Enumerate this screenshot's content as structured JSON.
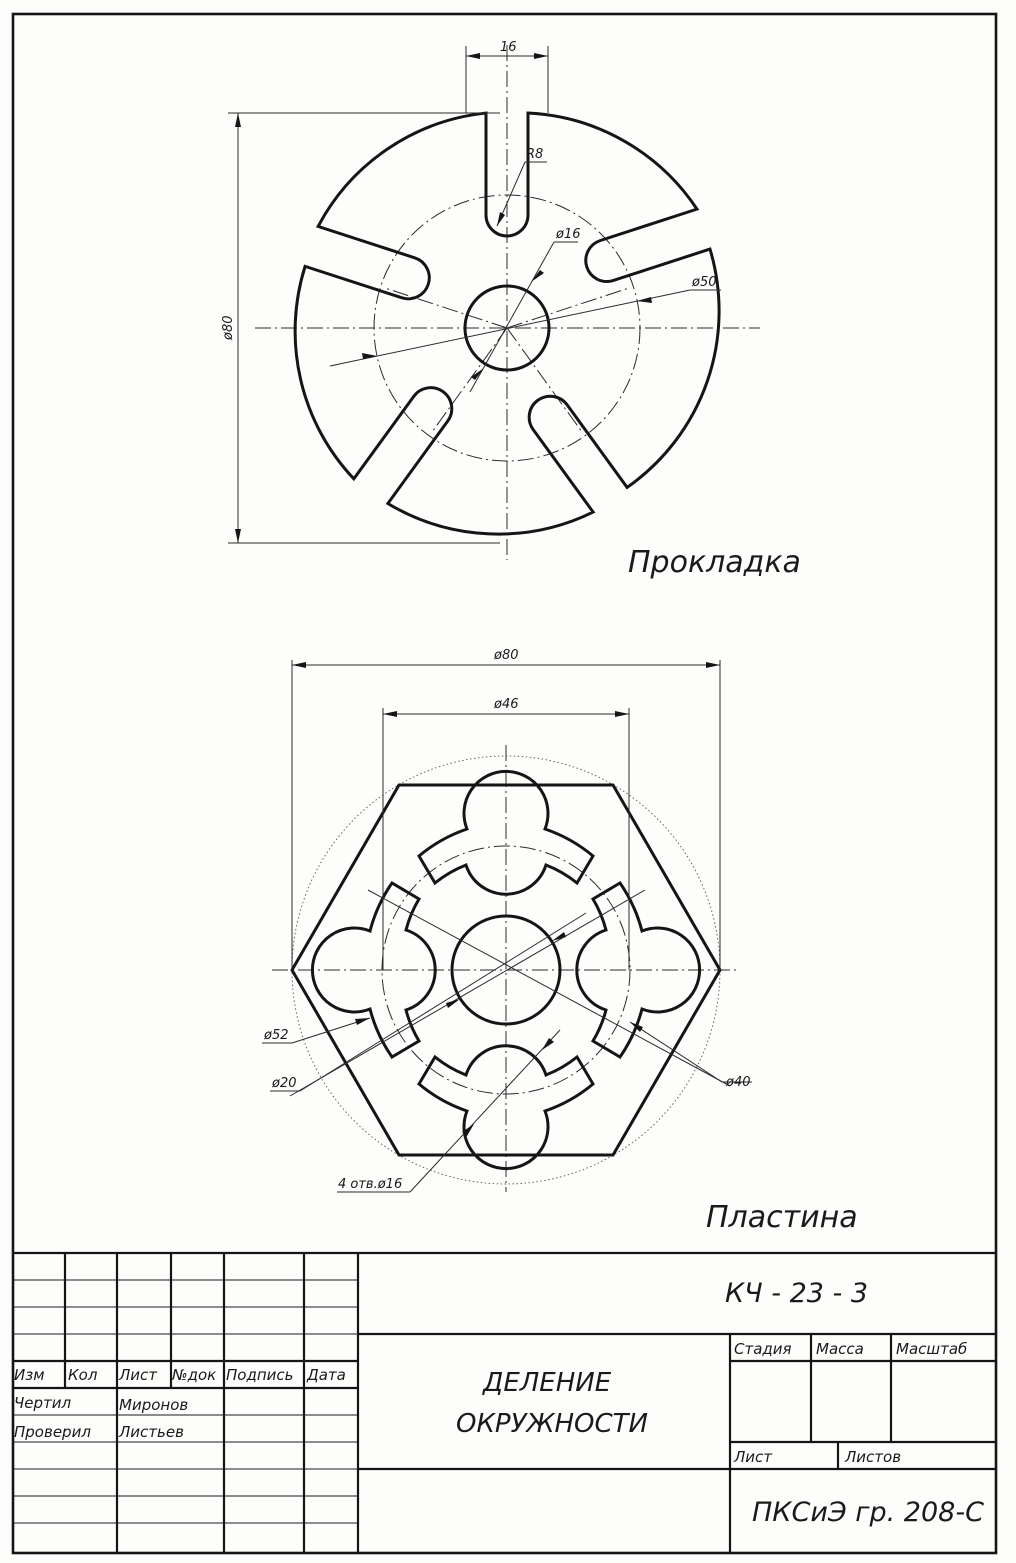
{
  "drawing": {
    "gasket": {
      "title": "Прокладка",
      "dims": {
        "slot_width": "16",
        "radius": "R8",
        "hole": "ø16",
        "pitch_circle": "ø50",
        "outer": "ø80"
      }
    },
    "plate": {
      "title": "Пластина",
      "dims": {
        "outer": "ø80",
        "inner": "ø46",
        "ring": "ø52",
        "center_hole": "ø20",
        "pitch_circle": "ø40",
        "holes": "4  отв.ø16"
      }
    }
  },
  "title_block": {
    "code": "КЧ - 23 - 3",
    "name_line1": "ДЕЛЕНИЕ",
    "name_line2": "ОКРУЖНОСТИ",
    "org": "ПКСиЭ гр. 208-С",
    "headers": {
      "izm": "Изм",
      "kol": "Кол",
      "list": "Лист",
      "ndok": "№док",
      "podpis": "Подпись",
      "data": "Дата"
    },
    "rows": [
      {
        "role": "Чертил",
        "name": "Миронов"
      },
      {
        "role": "Проверил",
        "name": "Листьев"
      }
    ],
    "stage": "Стадия",
    "mass": "Масса",
    "scale": "Масштаб",
    "sheet": "Лист",
    "sheets": "Листов"
  }
}
